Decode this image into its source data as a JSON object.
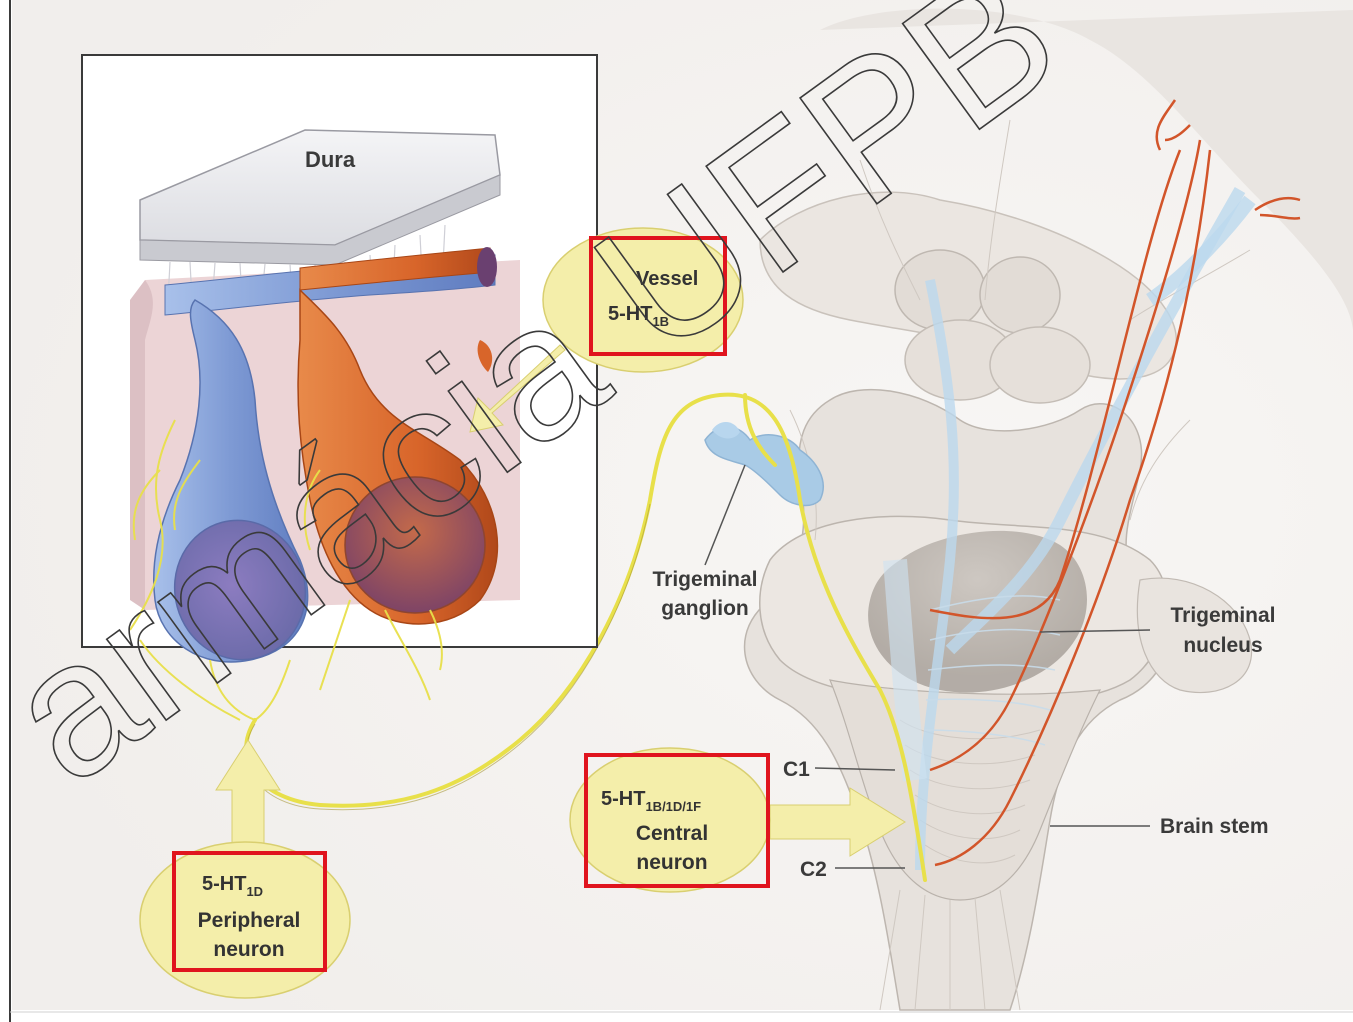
{
  "labels": {
    "dura": "Dura",
    "trigeminal_ganglion_1": "Trigeminal",
    "trigeminal_ganglion_2": "ganglion",
    "trigeminal_nucleus_1": "Trigeminal",
    "trigeminal_nucleus_2": "nucleus",
    "brain_stem": "Brain stem",
    "c1": "C1",
    "c2": "C2"
  },
  "receptors": {
    "vessel": {
      "line1": "Vessel",
      "base": "5-HT",
      "sub": "1B"
    },
    "peripheral": {
      "base": "5-HT",
      "sub": "1D",
      "line2": "Peripheral",
      "line3": "neuron"
    },
    "central": {
      "base": "5-HT",
      "sub": "1B/1D/1F",
      "line2": "Central",
      "line3": "neuron"
    }
  },
  "watermark": "armácia UFPB",
  "colors": {
    "highlight_box": "#e0141e",
    "bubble": "#f4eeaa",
    "nerve": "#e8e04a",
    "vein": "#7f9fd6",
    "artery": "#d8652a"
  }
}
